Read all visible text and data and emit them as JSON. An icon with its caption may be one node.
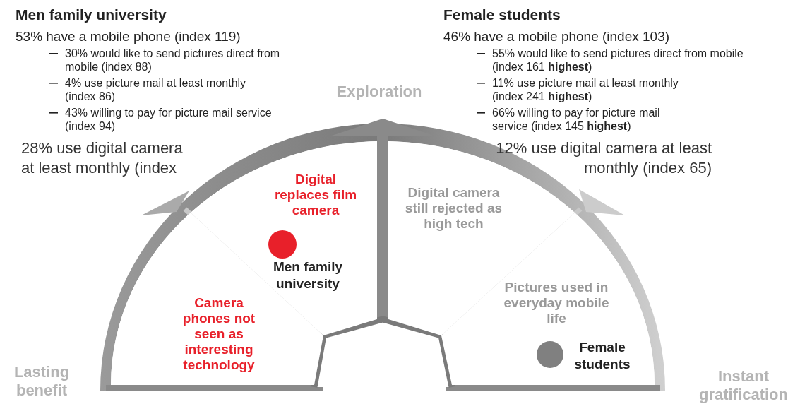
{
  "diagram": {
    "nodes": [
      {
        "text": [
          "Digital replaces film camera"
        ]
      },
      {
        "text": [],
        "shape": "circle",
        "in": 0,
        "beside": [
          "Men family university"
        ]
      },
      {
        "text": [
          "Digital camera still rejected as high tech"
        ]
      },
      {
        "text": [
          "Camera phones not seen as interesting technology"
        ]
      },
      {
        "text": [
          "Pictures used in everyday mobile life"
        ]
      },
      {
        "text": [],
        "shape": "circle",
        "in": 4,
        "beside": [
          "Female students"
        ]
      }
    ],
    "edges": [],
    "labels": [
      "Men family university",
      "53% have a mobile phone (index 119)",
      "30% would like to send pictures direct from mobile (index 88)",
      "4% use picture mail at least monthly (index 86)",
      "43% willing to pay for picture mail service (index 94)",
      "28% use digital camera at least monthly (index",
      "Female students",
      "46% have a mobile phone (index 103)",
      "55% would like to send pictures direct from mobile (index 161 **highest**)",
      "11% use picture mail at least monthly (index 241 **highest**)",
      "66% willing to pay for picture mail service (index 145 **highest**)",
      "12% use digital camera at least monthly (index 65)",
      "Exploration",
      "Lasting benefit",
      "Instant gratification"
    ]
  }
}
